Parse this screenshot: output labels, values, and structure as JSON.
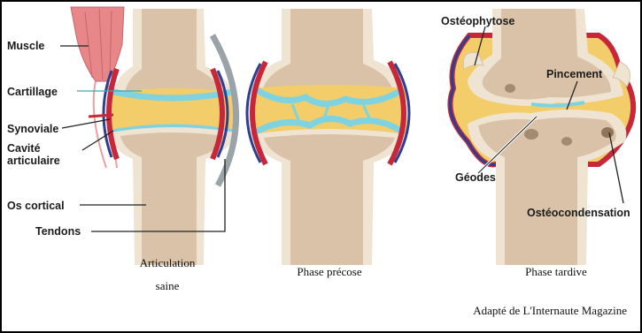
{
  "labels": {
    "muscle": "Muscle",
    "cartillage": "Cartillage",
    "synoviale": "Synoviale",
    "cavite_line1": "Cavité",
    "cavite_line2": "articulaire",
    "os_cortical": "Os cortical",
    "tendons": "Tendons",
    "osteophytose": "Ostéophytose",
    "pincement": "Pincement",
    "geodes": "Géodes",
    "osteocondensation": "Ostéocondensation"
  },
  "captions": {
    "saine_line1": "Articulation",
    "saine_line2": "saine",
    "precoce": "Phase précose",
    "tardive": "Phase tardive",
    "source": "Adapté de L'Internaute Magazine"
  },
  "colors": {
    "bone": "#d9c2a7",
    "bone_cortex": "#efe3d2",
    "cartilage": "#7fd3e0",
    "cavity": "#f2cd6a",
    "synovial_red": "#c6283a",
    "synovial_blue": "#2d3f8f",
    "muscle": "#e8878a",
    "tendon": "#9aa3a8"
  }
}
